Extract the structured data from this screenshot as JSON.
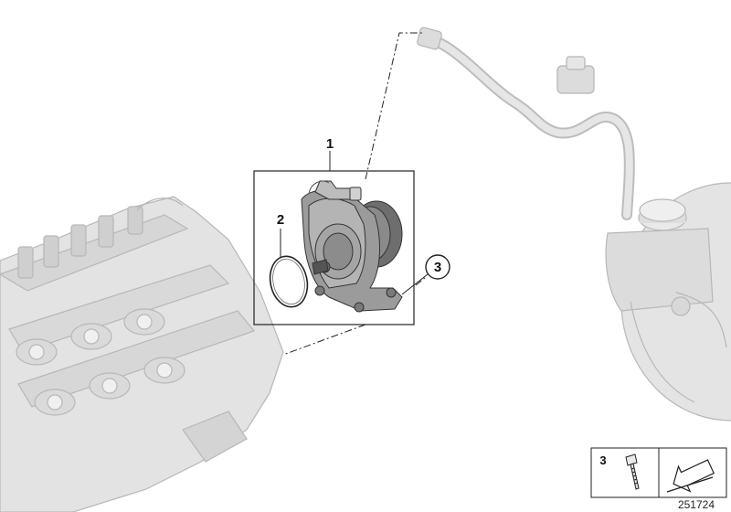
{
  "callouts": {
    "part_1": "1",
    "part_2": "2",
    "part_3": "3"
  },
  "legend": {
    "item_number": "3",
    "bolt_icon": "bolt-icon",
    "arrow_icon": "direction-arrow-icon"
  },
  "reference_number": "251724",
  "colors": {
    "ghost_part_fill": "#e2e2e2",
    "ghost_part_stroke": "#b9b9b9",
    "pump_body": "#8c8c8c",
    "line": "#222222"
  }
}
